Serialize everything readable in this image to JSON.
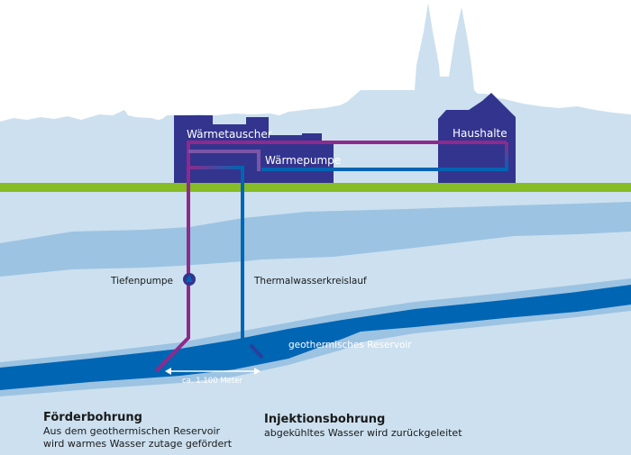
{
  "buildings": {
    "heat_exchanger": "Wärmetauscher",
    "heat_pump": "Wärmepumpe",
    "households": "Haushalte"
  },
  "labels": {
    "deep_pump": "Tiefenpumpe",
    "thermal_loop": "Thermalwasserkreislauf",
    "reservoir": "geothermisches Reservoir",
    "distance": "ca. 1.100 Meter"
  },
  "production_well": {
    "title": "Förderbohrung",
    "line1": "Aus dem geothermischen Reservoir",
    "line2": "wird warmes Wasser zutage gefördert"
  },
  "injection_well": {
    "title": "Injektionsbohrung",
    "line1": "abgekühltes Wasser wird zurückgeleitet"
  },
  "colors": {
    "sky_silhouette": "#cce0ef",
    "ground": "#cce0ef",
    "layer": "#9cc3e2",
    "reservoir": "#0065b3",
    "grass": "#86bc25",
    "building": "#33348e",
    "hot_pipe": "#8e2a8c",
    "cold_pipe": "#0065b3"
  }
}
